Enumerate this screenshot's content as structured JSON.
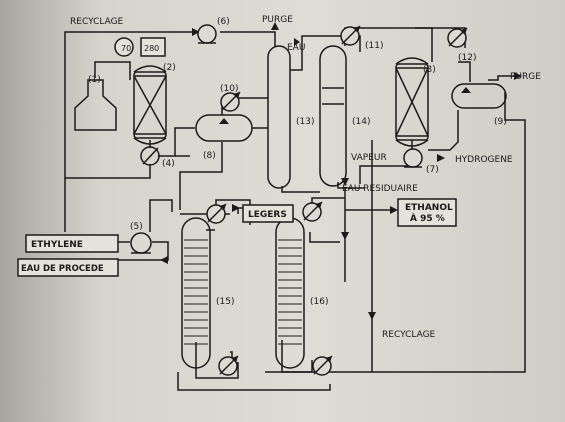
{
  "labels": {
    "recyclage_top": "RECYCLAGE",
    "purge_top": "PURGE",
    "eau": "EAU",
    "purge_right": "PURGE",
    "vapeur": "VAPEUR",
    "hydrogene": "HYDROGENE",
    "eau_residuaire": "EAU RESIDUAIRE",
    "recyclage_bottom": "RECYCLAGE"
  },
  "boxes": {
    "temp": "70",
    "pressure": "280",
    "legers": "LEGERS",
    "ethanol_line1": "ETHANOL",
    "ethanol_line2": "À 95 %",
    "ethylene": "ETHYLENE",
    "eau_procede": "EAU DE PROCEDE"
  },
  "numbers": {
    "n1": "(1)",
    "n2": "(2)",
    "n3": "(3)",
    "n4": "(4)",
    "n5": "(5)",
    "n6": "(6)",
    "n7": "(7)",
    "n8": "(8)",
    "n9": "(9)",
    "n10": "(10)",
    "n11": "(11)",
    "n12": "(12)",
    "n13": "(13)",
    "n14": "(14)",
    "n15": "(15)",
    "n16": "(16)"
  },
  "colors": {
    "paper": "#dcdad3",
    "ink": "#1b1b1b",
    "shadow": "#a9a7a0"
  }
}
